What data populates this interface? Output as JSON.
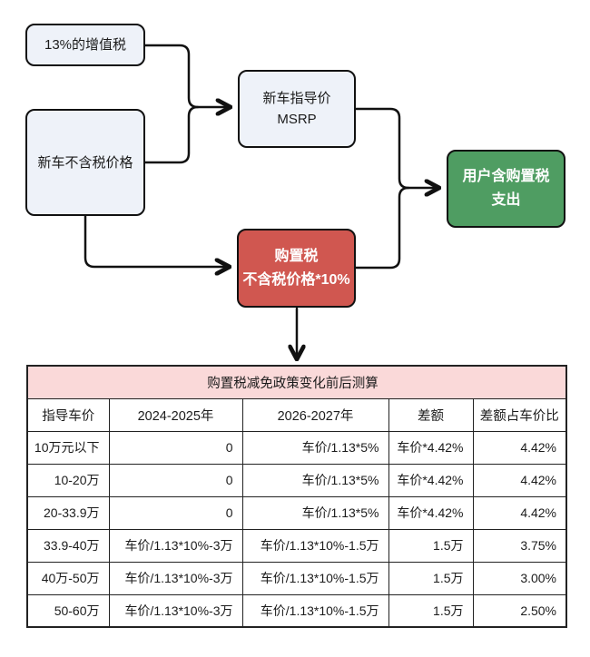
{
  "flowchart": {
    "vat_label": "13%的增值税",
    "price_label": "新车不含税价格",
    "msrp_line1": "新车指导价",
    "msrp_line2": "MSRP",
    "tax_line1": "购置税",
    "tax_line2": "不含税价格*10%",
    "user_line1": "用户含购置税",
    "user_line2": "支出"
  },
  "table": {
    "title": "购置税减免政策变化前后测算",
    "headers": [
      "指导车价",
      "2024-2025年",
      "2026-2027年",
      "差额",
      "差额占车价比"
    ],
    "rows": [
      [
        "10万元以下",
        "0",
        "车价/1.13*5%",
        "车价*4.42%",
        "4.42%"
      ],
      [
        "10-20万",
        "0",
        "车价/1.13*5%",
        "车价*4.42%",
        "4.42%"
      ],
      [
        "20-33.9万",
        "0",
        "车价/1.13*5%",
        "车价*4.42%",
        "4.42%"
      ],
      [
        "33.9-40万",
        "车价/1.13*10%-3万",
        "车价/1.13*10%-1.5万",
        "1.5万",
        "3.75%"
      ],
      [
        "40万-50万",
        "车价/1.13*10%-3万",
        "车价/1.13*10%-1.5万",
        "1.5万",
        "3.00%"
      ],
      [
        "50-60万",
        "车价/1.13*10%-3万",
        "车价/1.13*10%-1.5万",
        "1.5万",
        "2.50%"
      ]
    ]
  },
  "colors": {
    "background": "#ffffff",
    "node_fill_light": "#eef2f9",
    "node_fill_red": "#d05750",
    "node_fill_green": "#4f9d62",
    "node_border": "#111111",
    "node_text_light": "#1b1b1b",
    "node_text_dark_bg": "#ffffff",
    "connector": "#111111",
    "table_border": "#222222",
    "table_title_bg": "#fad9d9",
    "table_text": "#1b1b1b"
  }
}
